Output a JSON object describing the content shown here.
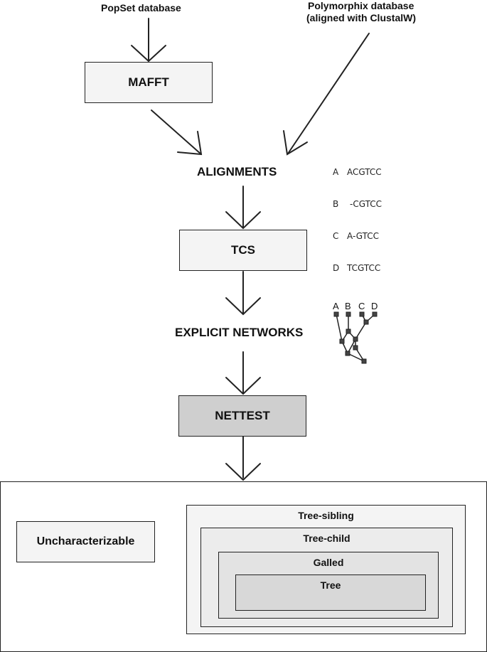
{
  "sources": {
    "popset": "PopSet database",
    "polymorphix_line1": "Polymorphix database",
    "polymorphix_line2": "(aligned with ClustalW)"
  },
  "steps": {
    "mafft": "MAFFT",
    "alignments": "ALIGNMENTS",
    "tcs": "TCS",
    "explicit_networks": "EXPLICIT NETWORKS",
    "nettest": "NETTEST"
  },
  "alignment_example": [
    {
      "id": "A",
      "seq": "ACGTCC"
    },
    {
      "id": "B",
      "seq": "-CGTCC"
    },
    {
      "id": "C",
      "seq": "A-GTCC"
    },
    {
      "id": "D",
      "seq": "TCGTCC"
    }
  ],
  "network_leaves": [
    "A",
    "B",
    "C",
    "D"
  ],
  "classes": {
    "uncharacterizable": "Uncharacterizable",
    "tree_sibling": "Tree-sibling",
    "tree_child": "Tree-child",
    "galled": "Galled",
    "tree": "Tree"
  },
  "colors": {
    "box_light": "#f4f4f4",
    "box_dark": "#cfcfcf",
    "level1": "#f4f4f4",
    "level2": "#ececec",
    "level3": "#e3e3e3",
    "level4": "#d8d8d8",
    "stroke": "#222222"
  }
}
